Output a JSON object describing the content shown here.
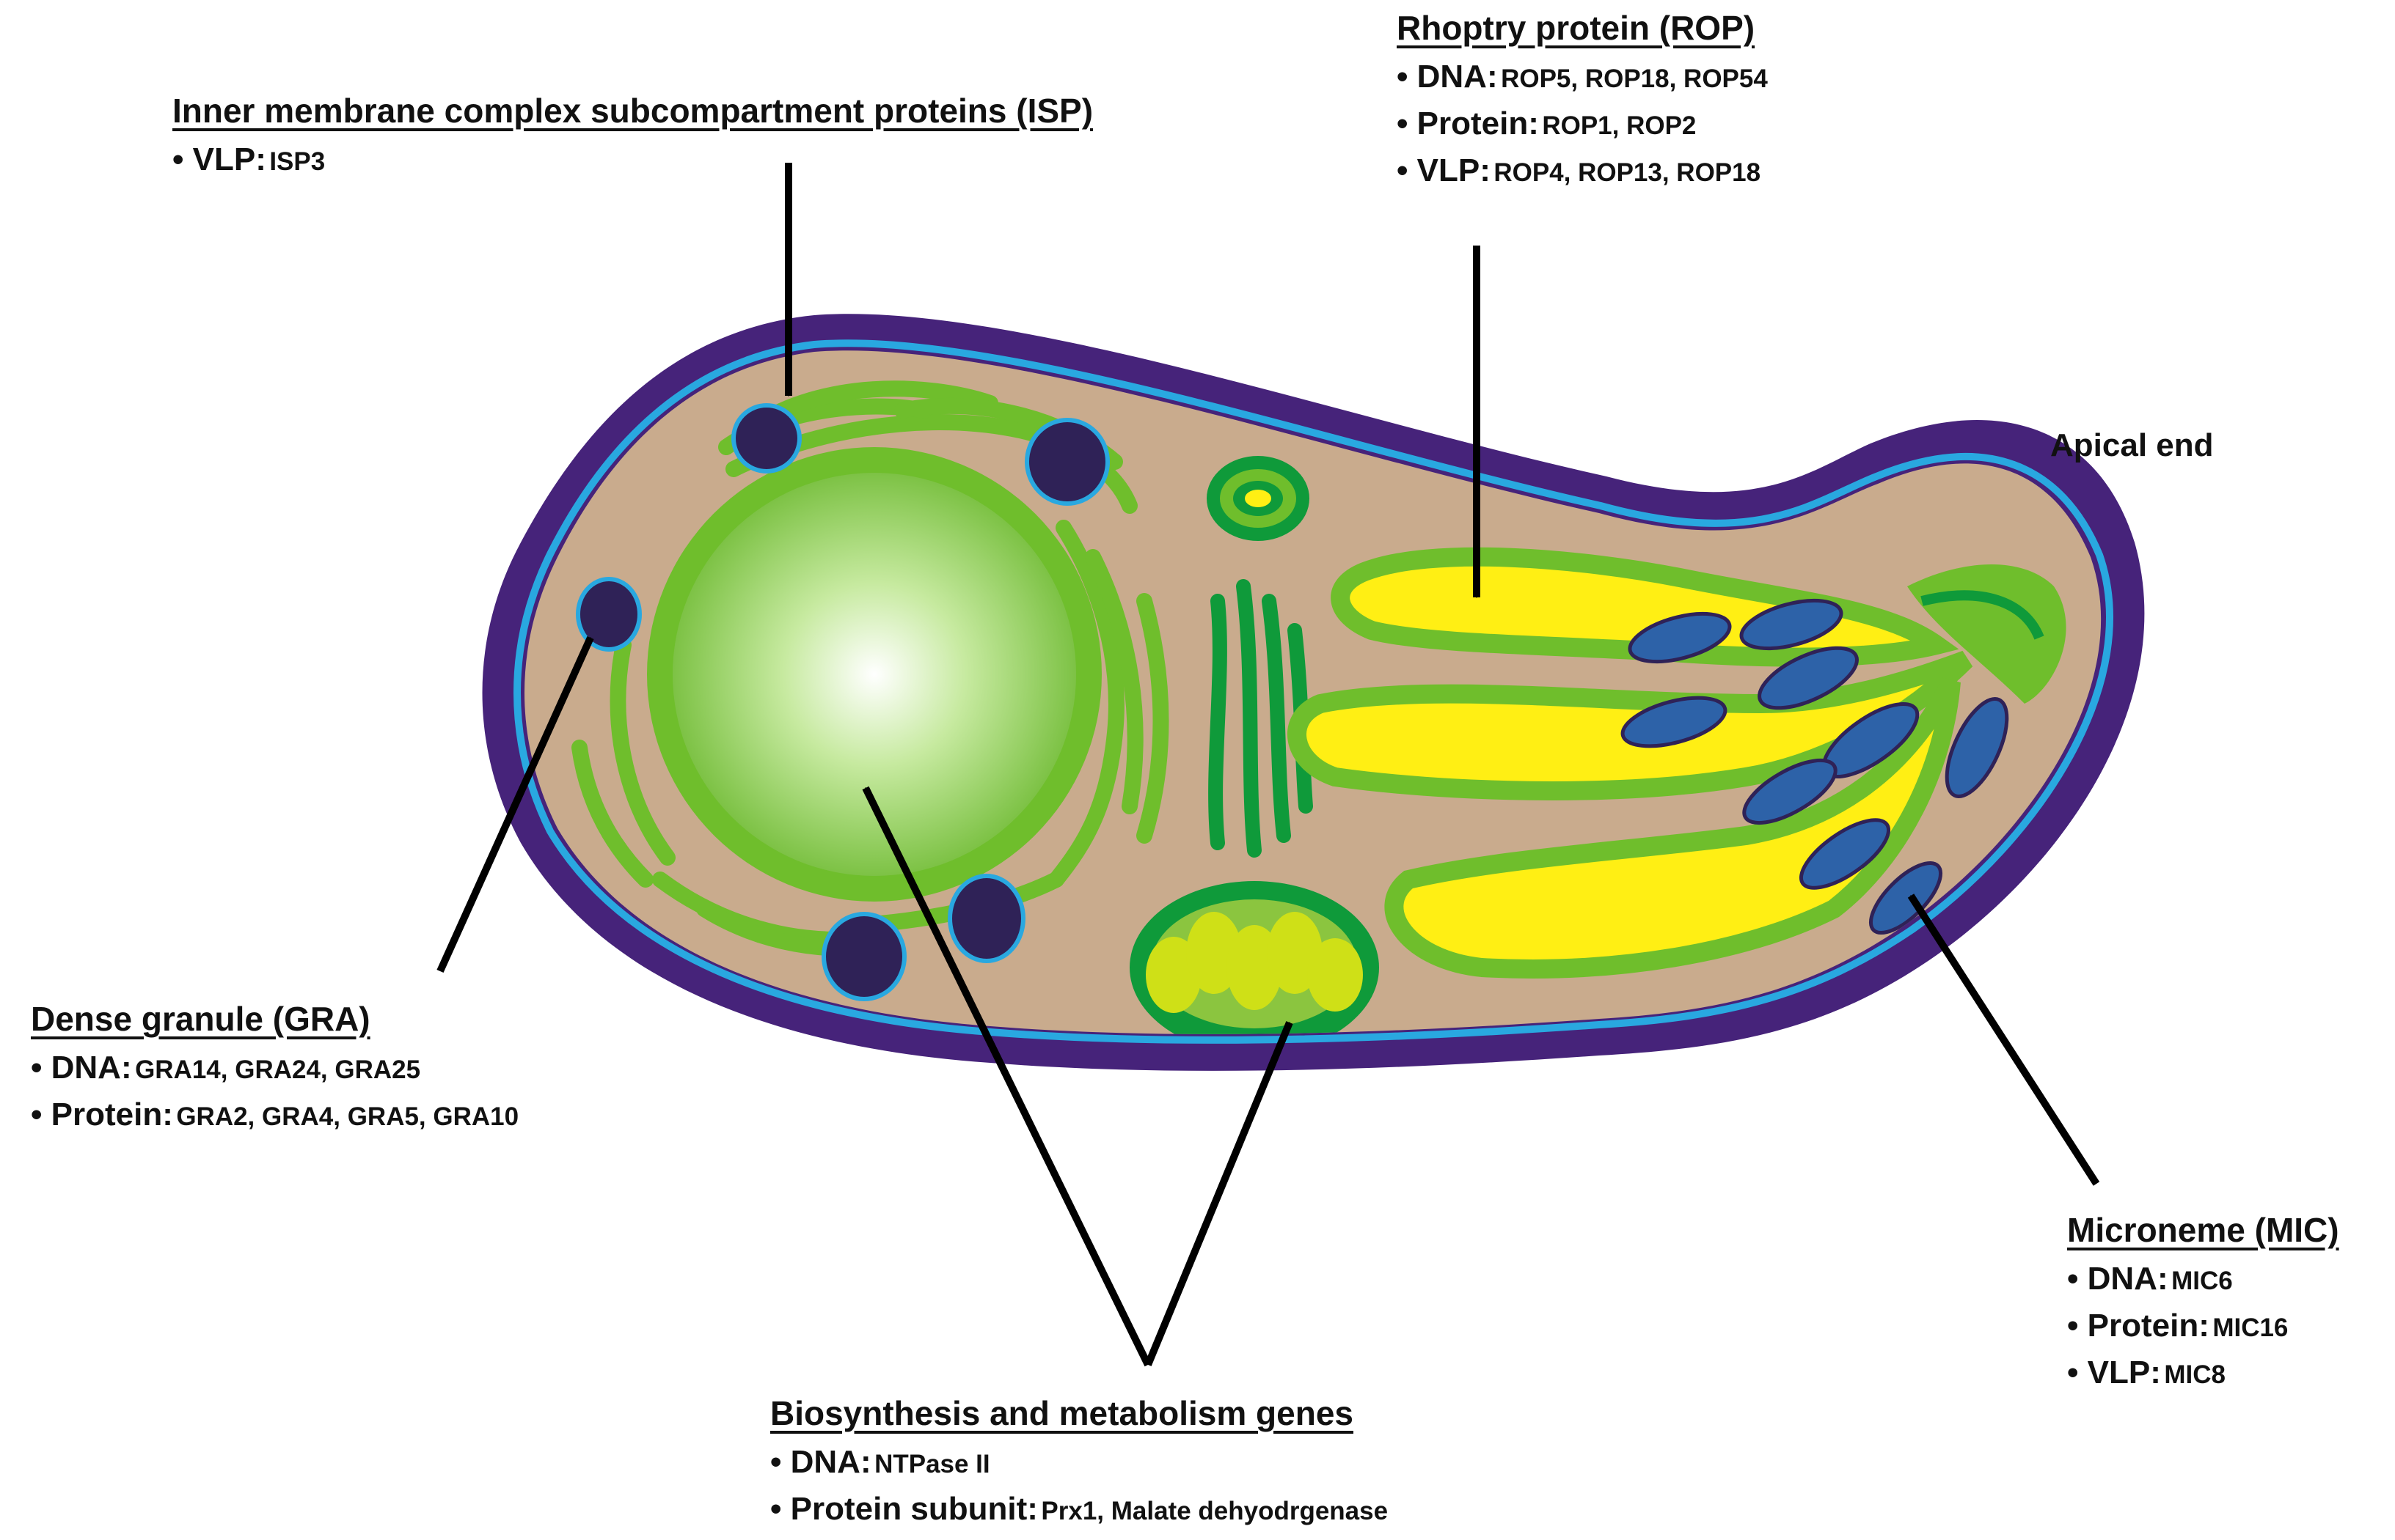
{
  "apical_end": "Apical end",
  "isp": {
    "heading": "Inner membrane complex subcompartment proteins (ISP)",
    "rows": [
      {
        "kind": "• VLP:",
        "genes": "ISP3"
      }
    ]
  },
  "rop": {
    "heading": "Rhoptry protein (ROP)",
    "rows": [
      {
        "kind": "• DNA:",
        "genes": "ROP5, ROP18, ROP54"
      },
      {
        "kind": "• Protein:",
        "genes": "ROP1, ROP2"
      },
      {
        "kind": "• VLP:",
        "genes": "ROP4, ROP13, ROP18"
      }
    ]
  },
  "gra": {
    "heading": "Dense granule (GRA)",
    "rows": [
      {
        "kind": "• DNA:",
        "genes": "GRA14, GRA24, GRA25"
      },
      {
        "kind": "• Protein:",
        "genes": "GRA2, GRA4, GRA5, GRA10"
      }
    ]
  },
  "mic": {
    "heading": "Microneme (MIC)",
    "rows": [
      {
        "kind": "• DNA:",
        "genes": "MIC6"
      },
      {
        "kind": "• Protein:",
        "genes": "MIC16"
      },
      {
        "kind": "• VLP:",
        "genes": "MIC8"
      }
    ]
  },
  "bio": {
    "heading": "Biosynthesis and metabolism genes",
    "rows": [
      {
        "kind": "• DNA:",
        "genes": "NTPase II"
      },
      {
        "kind": "• Protein subunit:",
        "genes": "Prx1, Malate dehyodrgenase"
      }
    ]
  },
  "colors": {
    "outer_membrane": "#46237a",
    "inner_membrane": "#29a8e0",
    "cytoplasm": "#c9ab8d",
    "organelle_green": "#6fbe2c",
    "dark_green": "#0f9a3a",
    "rhoptry_yellow": "#ffef14",
    "microneme_blue": "#2d62a8",
    "granule_purple": "#2f2257",
    "mito_lime": "#cfe017",
    "arrow": "#000000"
  }
}
